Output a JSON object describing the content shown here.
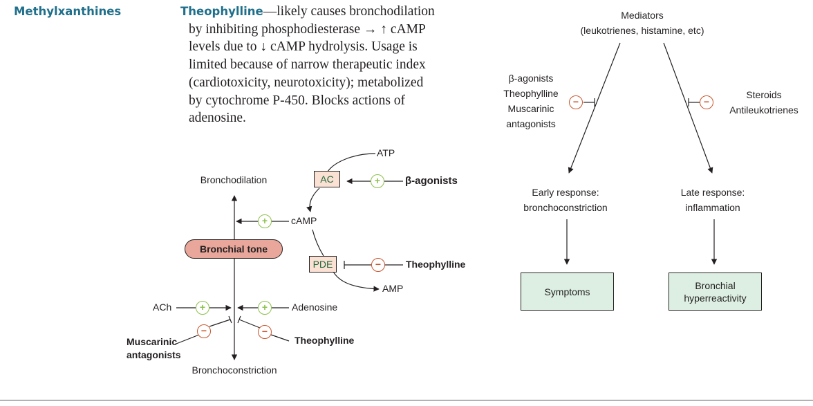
{
  "section": {
    "heading": "Methylxanthines",
    "drug_name": "Theophylline",
    "desc_lines": [
      "—likely causes bronchodilation",
      "by inhibiting phosphodiesterase → ↑ cAMP",
      "levels due to ↓ cAMP hydrolysis. Usage is",
      "limited because of narrow therapeutic index",
      "(cardiotoxicity, neurotoxicity); metabolized",
      "by cytochrome P-450. Blocks actions of",
      "adenosine."
    ]
  },
  "left_diagram": {
    "atp": "ATP",
    "ac": "AC",
    "beta_agonists": "β-agonists",
    "bronchodilation": "Bronchodilation",
    "camp": "cAMP",
    "bronchial_tone": "Bronchial tone",
    "pde": "PDE",
    "theophylline_pde": "Theophylline",
    "amp": "AMP",
    "ach": "ACh",
    "adenosine": "Adenosine",
    "muscarinic_antagonists_1": "Muscarinic",
    "muscarinic_antagonists_2": "antagonists",
    "theophylline_low": "Theophylline",
    "bronchoconstriction": "Bronchoconstriction",
    "plus": "+",
    "minus": "−"
  },
  "right_diagram": {
    "mediators_1": "Mediators",
    "mediators_2": "(leukotrienes, histamine, etc)",
    "left_inhibitors": [
      "β-agonists",
      "Theophylline",
      "Muscarinic",
      "antagonists"
    ],
    "right_inhibitors": [
      "Steroids",
      "Antileukotrienes"
    ],
    "early_1": "Early response:",
    "early_2": "bronchoconstriction",
    "late_1": "Late response:",
    "late_2": "inflammation",
    "symptoms": "Symptoms",
    "hyper_1": "Bronchial",
    "hyper_2": "hyperreactivity",
    "minus": "−"
  },
  "colors": {
    "heading": "#1f6f8b",
    "stimulate": "#8cc04a",
    "inhibit": "#c9552b",
    "enzyme_box": "#fbe0d4",
    "tone_pill": "#e8a79a",
    "outcome_box": "#dcefe2"
  }
}
